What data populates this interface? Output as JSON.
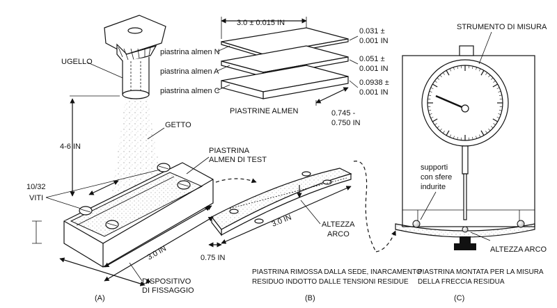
{
  "labels": {
    "nozzle": "UGELLO",
    "distance": "4-6 IN",
    "jet": "GETTO",
    "screws_size": "10/32",
    "screws": "VITI",
    "test_strip_1": "PIASTRINA",
    "test_strip_2": "ALMEN DI TEST",
    "fixture_length": "3.0 IN",
    "fixture_1": "DISPOSITIVO",
    "fixture_2": "DI FISSAGGIO",
    "panel_a": "(A)",
    "strip_width_total": "3.0 ± 0.015 IN",
    "strip_n": "piastrina almen N",
    "strip_a": "piastrina almen A",
    "strip_c": "piastrina almen C",
    "thick_n_1": "0.031 ±",
    "thick_n_2": "0.001 IN",
    "thick_a_1": "0.051 ±",
    "thick_a_2": "0.001 IN",
    "thick_c_1": "0.0938 ±",
    "thick_c_2": "0.001 IN",
    "strips_title": "PIASTRINE ALMEN",
    "strip_width_1": "0.745 -",
    "strip_width_2": "0.750 IN",
    "b_length": "3.0 IN",
    "b_width": "0.75 IN",
    "arc_height_1": "ALTEZZA",
    "arc_height_2": "ARCO",
    "b_caption_1": "PIASTRINA RIMOSSA DALLA SEDE, INARCAMENTO",
    "b_caption_2": "RESIDUO INDOTTO DALLE TENSIONI RESIDUE",
    "panel_b": "(B)",
    "gauge_title": "STRUMENTO DI MISURA",
    "supports_1": "supporti",
    "supports_2": "con sfere",
    "supports_3": "indurite",
    "arc_height_c": "ALTEZZA ARCO",
    "c_caption_1": "PIASTRINA MONTATA PER LA MISURA",
    "c_caption_2": "DELLA FRECCIA RESIDUA",
    "panel_c": "(C)"
  }
}
